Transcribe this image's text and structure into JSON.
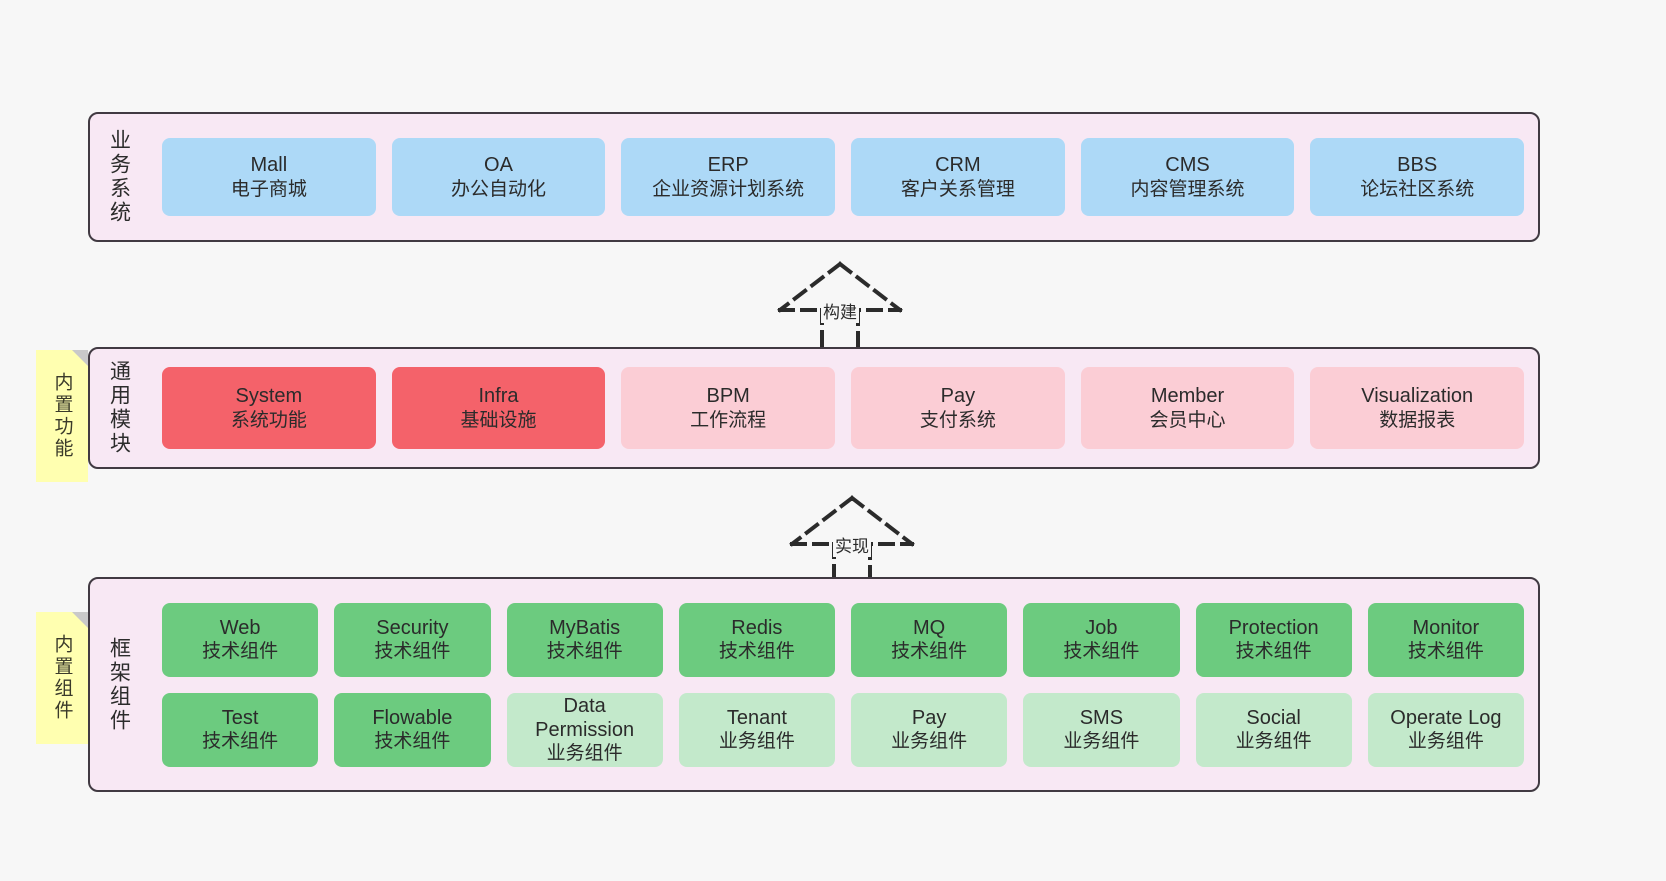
{
  "diagram": {
    "title": "",
    "colors": {
      "canvas_bg": "#f7f7f7",
      "layer_bg": "#f8e8f4",
      "layer_border": "#413a42",
      "business_box": "#add9f7",
      "module_core": "#f4626a",
      "module_plain": "#fbcdd5",
      "component_tech": "#6ccb7f",
      "component_biz": "#c3e9cb",
      "note_bg": "#ffffb0",
      "note_fold": "#c9c9c9"
    }
  },
  "layers": {
    "business": {
      "title": "业务系统",
      "boxes": [
        {
          "en": "Mall",
          "cn": "电子商城"
        },
        {
          "en": "OA",
          "cn": "办公自动化"
        },
        {
          "en": "ERP",
          "cn": "企业资源计划系统"
        },
        {
          "en": "CRM",
          "cn": "客户关系管理"
        },
        {
          "en": "CMS",
          "cn": "内容管理系统"
        },
        {
          "en": "BBS",
          "cn": "论坛社区系统"
        }
      ]
    },
    "modules": {
      "title": "通用模块",
      "note": "内置功能",
      "boxes": [
        {
          "en": "System",
          "cn": "系统功能",
          "variant": "red"
        },
        {
          "en": "Infra",
          "cn": "基础设施",
          "variant": "red"
        },
        {
          "en": "BPM",
          "cn": "工作流程",
          "variant": "pink"
        },
        {
          "en": "Pay",
          "cn": "支付系统",
          "variant": "pink"
        },
        {
          "en": "Member",
          "cn": "会员中心",
          "variant": "pink"
        },
        {
          "en": "Visualization",
          "cn": "数据报表",
          "variant": "pink"
        }
      ]
    },
    "framework": {
      "title": "框架组件",
      "note": "内置组件",
      "row1": [
        {
          "en": "Web",
          "cn": "技术组件",
          "variant": "green"
        },
        {
          "en": "Security",
          "cn": "技术组件",
          "variant": "green"
        },
        {
          "en": "MyBatis",
          "cn": "技术组件",
          "variant": "green"
        },
        {
          "en": "Redis",
          "cn": "技术组件",
          "variant": "green"
        },
        {
          "en": "MQ",
          "cn": "技术组件",
          "variant": "green"
        },
        {
          "en": "Job",
          "cn": "技术组件",
          "variant": "green"
        },
        {
          "en": "Protection",
          "cn": "技术组件",
          "variant": "green"
        },
        {
          "en": "Monitor",
          "cn": "技术组件",
          "variant": "green"
        }
      ],
      "row2": [
        {
          "en": "Test",
          "cn": "技术组件",
          "variant": "green"
        },
        {
          "en": "Flowable",
          "cn": "技术组件",
          "variant": "green"
        },
        {
          "en": "Data Permission",
          "cn": "业务组件",
          "variant": "lgreen"
        },
        {
          "en": "Tenant",
          "cn": "业务组件",
          "variant": "lgreen"
        },
        {
          "en": "Pay",
          "cn": "业务组件",
          "variant": "lgreen"
        },
        {
          "en": "SMS",
          "cn": "业务组件",
          "variant": "lgreen"
        },
        {
          "en": "Social",
          "cn": "业务组件",
          "variant": "lgreen"
        },
        {
          "en": "Operate Log",
          "cn": "业务组件",
          "variant": "lgreen"
        }
      ]
    }
  },
  "connectors": [
    {
      "label": "构建",
      "from": "modules",
      "to": "business"
    },
    {
      "label": "实现",
      "from": "framework",
      "to": "modules"
    }
  ]
}
